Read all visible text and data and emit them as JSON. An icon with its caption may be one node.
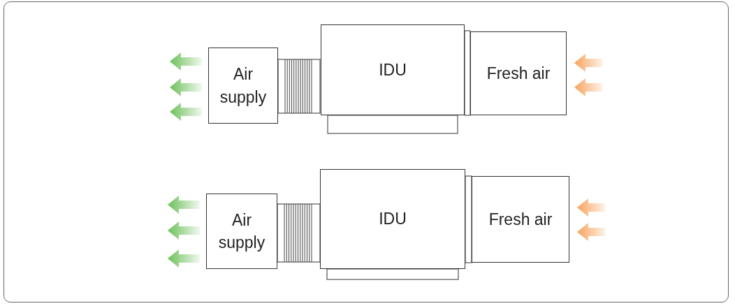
{
  "diagram": {
    "nodes": [
      {
        "text": [
          "Air supply"
        ]
      },
      {
        "text": [
          "IDU"
        ]
      },
      {
        "text": [
          "Fresh air"
        ]
      },
      {
        "text": [
          "Air supply"
        ]
      },
      {
        "text": [
          "IDU"
        ]
      },
      {
        "text": [
          "Fresh air"
        ]
      }
    ]
  }
}
